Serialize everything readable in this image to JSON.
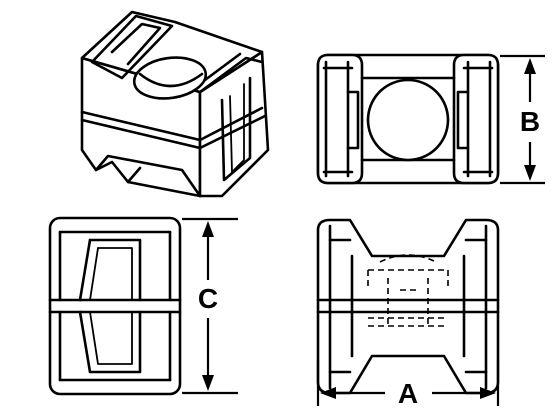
{
  "dimensions": {
    "a_label": "A",
    "b_label": "B",
    "c_label": "C"
  },
  "colors": {
    "line": "#000000",
    "background": "#ffffff"
  }
}
